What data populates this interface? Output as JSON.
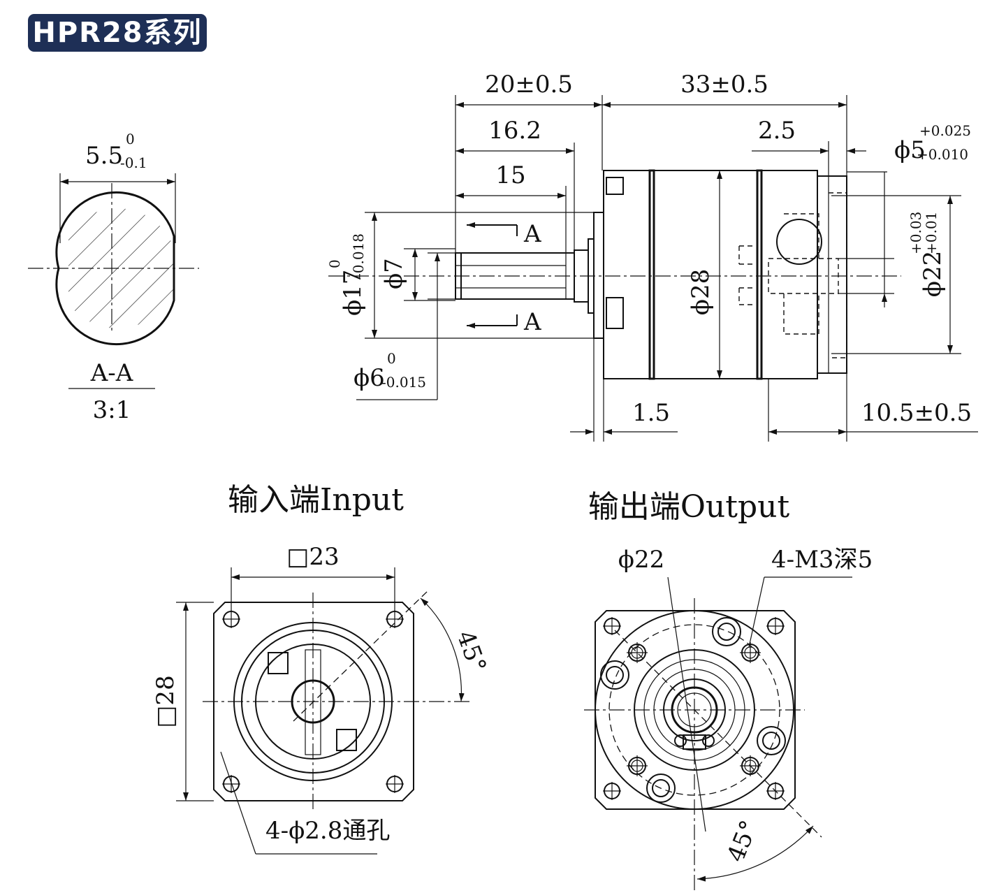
{
  "title": "HPR28系列",
  "section": {
    "dim_width": "5.5",
    "dim_width_tol_upper": "0",
    "dim_width_tol_lower": "-0.1",
    "label": "A-A",
    "scale": "3:1"
  },
  "side_view": {
    "dim_input_length": "20±0.5",
    "dim_body_length": "33±0.5",
    "dim_shaft_length": "16.2",
    "dim_key_length": "15",
    "dim_output_recess": "2.5",
    "dim_flange_thickness": "1.5",
    "dim_output_length": "10.5±0.5",
    "section_marker": "A",
    "dim_pilot": "ϕ17",
    "dim_pilot_tol_upper": "0",
    "dim_pilot_tol_lower": "-0.018",
    "dim_flat": "ϕ7",
    "dim_shaft": "ϕ6",
    "dim_shaft_tol_upper": "0",
    "dim_shaft_tol_lower": "-0.015",
    "dim_body_dia": "ϕ28",
    "dim_bore": "ϕ5",
    "dim_bore_tol_upper": "+0.025",
    "dim_bore_tol_lower": "+0.010",
    "dim_output_pilot": "ϕ22",
    "dim_output_pilot_tol_upper": "+0.03",
    "dim_output_pilot_tol_lower": "+0.01"
  },
  "input_view": {
    "caption": "输入端Input",
    "dim_pcd_square": "□23",
    "dim_square": "□28",
    "dim_angle": "45°",
    "holes": "4-ϕ2.8通孔"
  },
  "output_view": {
    "caption": "输出端Output",
    "dim_pitch": "ϕ22",
    "threads": "4-M3深5",
    "dim_angle": "45°"
  }
}
